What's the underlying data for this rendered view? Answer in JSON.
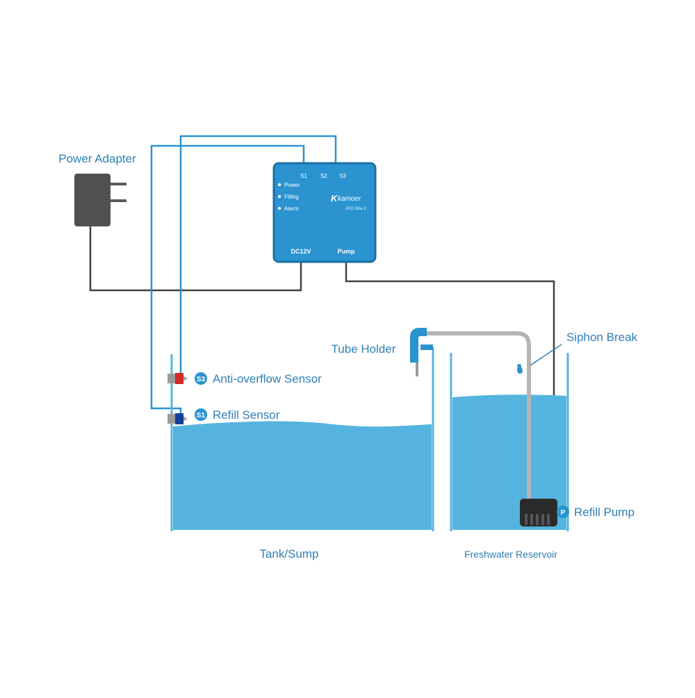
{
  "labels": {
    "power_adapter": "Power Adapter",
    "tube_holder": "Tube Holder",
    "siphon_break": "Siphon Break",
    "anti_overflow_sensor": "Anti-overflow Sensor",
    "refill_sensor": "Refill Sensor",
    "refill_pump": "Refill Pump",
    "tank_sump": "Tank/Sump",
    "freshwater_reservoir": "Freshwater Reservoir"
  },
  "controller": {
    "ports_top": [
      "S1",
      "S2",
      "S3"
    ],
    "leds": [
      "Power",
      "Filling",
      "Alarm"
    ],
    "brand": "kamoer",
    "model": "ATO One 2",
    "port_dc": "DC12V",
    "port_pump": "Pump"
  },
  "badges": {
    "anti_overflow": "S3",
    "refill": "S1",
    "pump": "P"
  },
  "colors": {
    "water": "#55b4df",
    "controller": "#2a93d0",
    "sensor_wire": "#2a93d0",
    "power_wire": "#404040",
    "tube": "#b5b5b5",
    "label_text": "#2e7fb5",
    "sensor_high": "#d22a2a",
    "sensor_low": "#173e96"
  }
}
